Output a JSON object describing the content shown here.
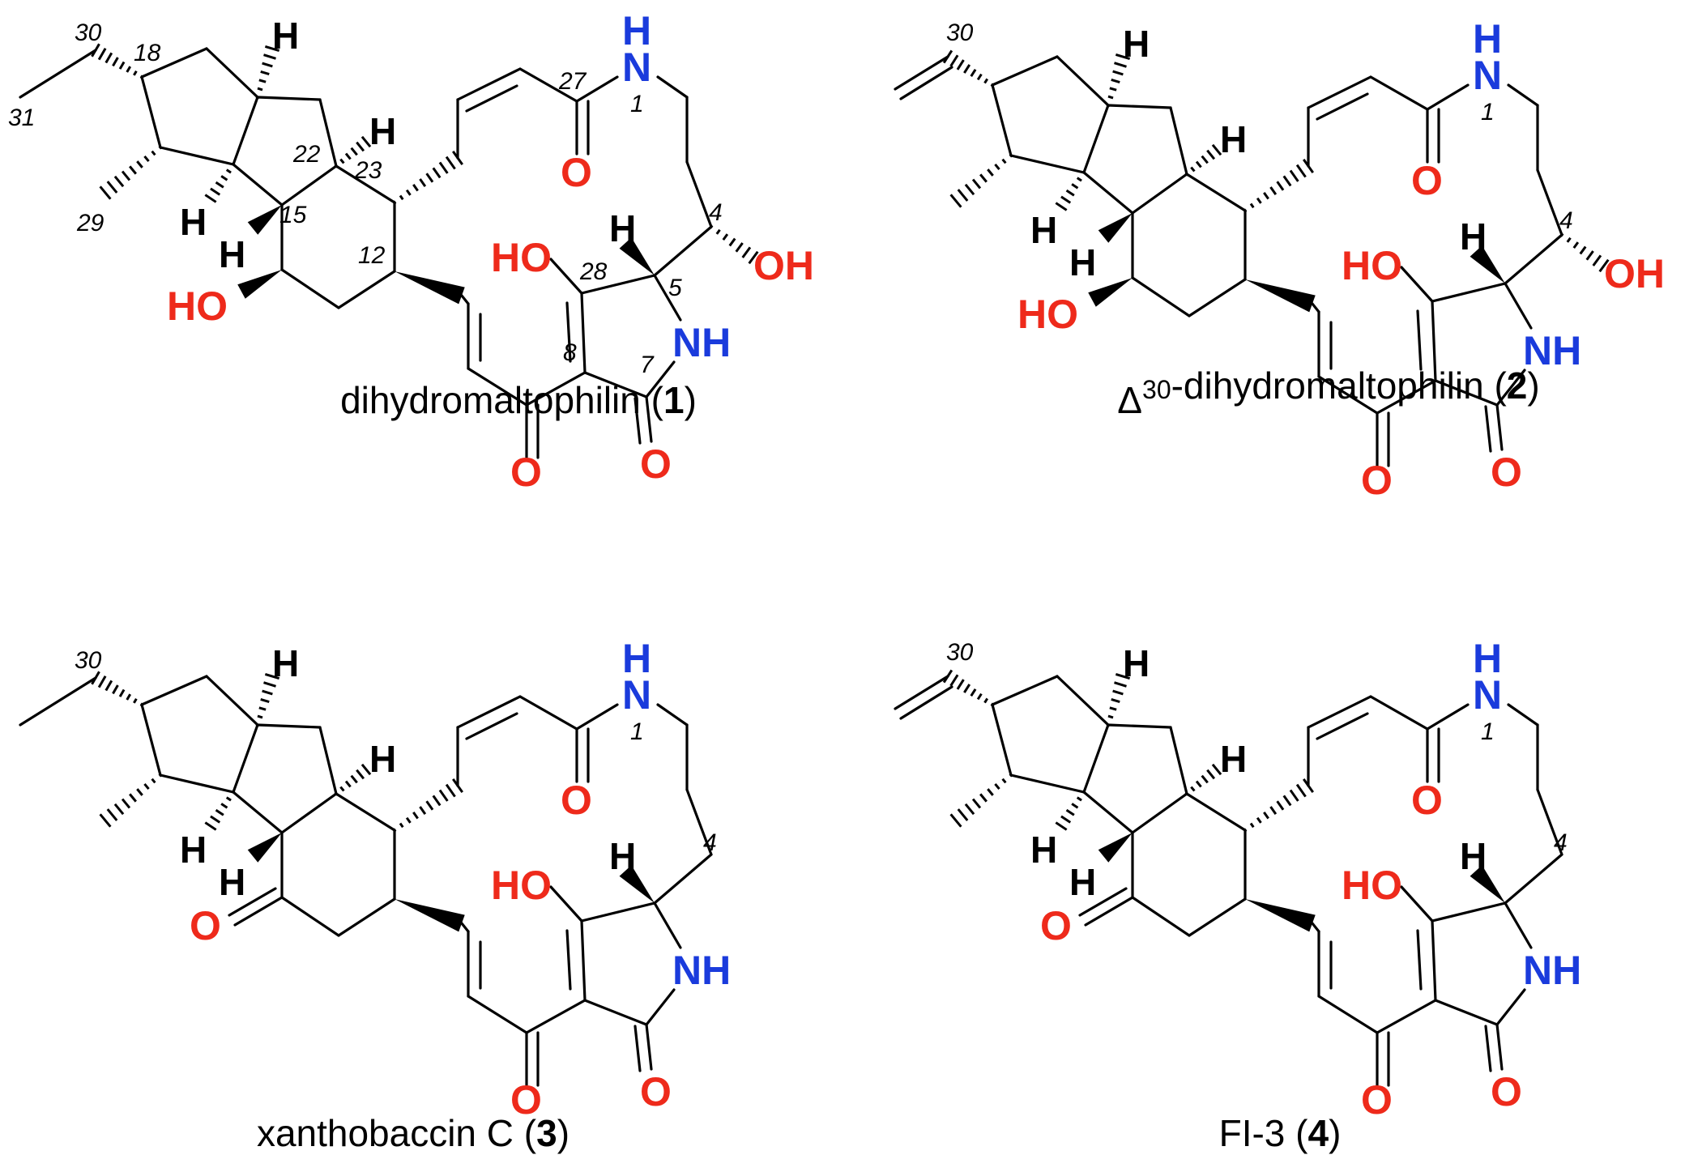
{
  "colors": {
    "oxygen": "#ee2a1b",
    "nitrogen": "#1a3bdc",
    "bond": "#000000"
  },
  "atom_labels": {
    "hydrogen": "H",
    "hydroxyl_left": "HO",
    "hydroxyl_right": "OH",
    "oxygen": "O",
    "amine_nh": "NH",
    "nitrogen": "N"
  },
  "structures": [
    {
      "caption_prefix": "",
      "caption_name": "dihydromaltophilin",
      "caption_sup": "",
      "caption_number": "1",
      "locants": {
        "n30": "30",
        "n31": "31",
        "n18": "18",
        "n29": "29",
        "n22": "22",
        "n23": "23",
        "n15": "15",
        "n12": "12",
        "n27": "27",
        "n1": "1",
        "n4": "4",
        "n5": "5",
        "n28": "28",
        "n8": "8",
        "n7": "7"
      }
    },
    {
      "caption_prefix": "Δ",
      "caption_sup": "30",
      "caption_name": "-dihydromaltophilin",
      "caption_number": "2",
      "locants": {
        "n30": "30",
        "n1": "1",
        "n4": "4"
      }
    },
    {
      "caption_prefix": "",
      "caption_name": "xanthobaccin C",
      "caption_sup": "",
      "caption_number": "3",
      "locants": {
        "n30": "30",
        "n1": "1",
        "n4": "4"
      }
    },
    {
      "caption_prefix": "",
      "caption_name": "FI-3",
      "caption_sup": "",
      "caption_number": "4",
      "locants": {
        "n30": "30",
        "n1": "1",
        "n4": "4"
      }
    }
  ]
}
